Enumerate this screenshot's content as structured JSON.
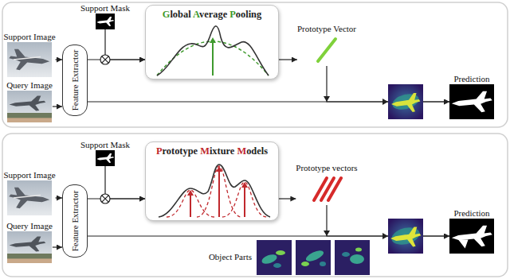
{
  "diagram": {
    "nodes": [
      {
        "text": [
          "Support Mask"
        ]
      },
      {
        "text": [
          "Support Image"
        ]
      },
      {
        "text": [
          "Query Image"
        ]
      },
      {
        "text": [
          "Feature Extractor"
        ]
      },
      {
        "text": [
          "Global Average Pooling"
        ]
      },
      {
        "text": [
          "Prototype Vector"
        ]
      },
      {
        "text": [
          "Prediction"
        ]
      },
      {
        "text": [
          "Support Mask"
        ]
      },
      {
        "text": [
          "Support Image"
        ]
      },
      {
        "text": [
          "Query Image"
        ]
      },
      {
        "text": [
          "Feature Extractor"
        ]
      },
      {
        "text": [
          "Prototype Mixture Models"
        ]
      },
      {
        "text": [
          "Prototype vectors"
        ]
      },
      {
        "text": [
          "Prediction"
        ]
      }
    ],
    "edges": [
      {
        "from": 1,
        "to": 3,
        "arrow": "to"
      },
      {
        "from": 2,
        "to": 3,
        "arrow": "to"
      },
      {
        "from": 3,
        "to": 4,
        "arrow": "to"
      },
      {
        "from": 0,
        "to": 4,
        "arrow": "to"
      },
      {
        "from": 4,
        "to": 5,
        "arrow": "to"
      },
      {
        "from": 3,
        "to": 6,
        "arrow": "to"
      },
      {
        "from": 5,
        "to": 6,
        "arrow": "to"
      },
      {
        "from": 8,
        "to": 10,
        "arrow": "to"
      },
      {
        "from": 9,
        "to": 10,
        "arrow": "to"
      },
      {
        "from": 10,
        "to": 11,
        "arrow": "to"
      },
      {
        "from": 7,
        "to": 11,
        "arrow": "to"
      },
      {
        "from": 11,
        "to": 12,
        "arrow": "to"
      },
      {
        "from": 10,
        "to": 13,
        "arrow": "to"
      },
      {
        "from": 12,
        "to": 13,
        "arrow": "to"
      }
    ],
    "labels": [
      "Object Parts"
    ]
  }
}
